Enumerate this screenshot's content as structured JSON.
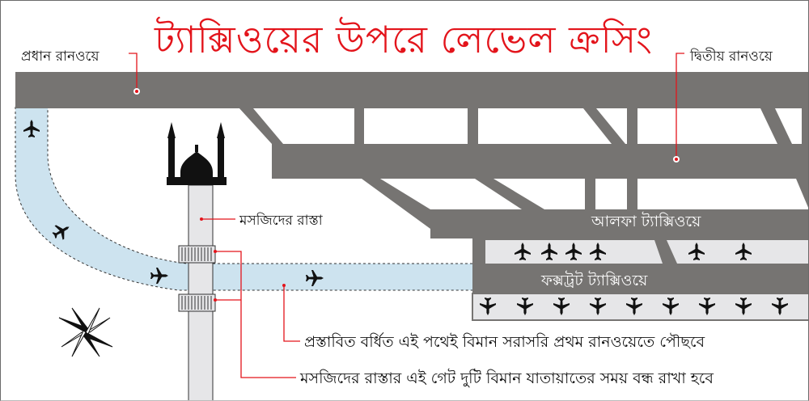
{
  "title": "ট্যাক্সিওয়ের উপরে লেভেল ক্রসিং",
  "labels": {
    "main_runway": "প্রধান রানওয়ে",
    "secondary_runway": "দ্বিতীয় রানওয়ে",
    "mosque_road": "মসজিদের রাস্তা",
    "alpha_taxiway": "আলফা ট্যাক্সিওয়ে",
    "foxtrot_taxiway": "ফক্সট্রট ট্যাক্সিওয়ে"
  },
  "notes": {
    "proposed_path": "প্রস্তাবিত বর্ধিত এই পথেই বিমান সরাসরি প্রথম রানওয়েতে পৌছবে",
    "gates_closed": "মসজিদের রাস্তার এই গেট দুটি বিমান যাতায়াতের সময় বন্ধ রাখা হবে"
  },
  "colors": {
    "title": "#e3141b",
    "runway": "#767472",
    "apron": "#e6e6e8",
    "proposed_path": "#cde3ef",
    "callout": "#e3141b"
  }
}
